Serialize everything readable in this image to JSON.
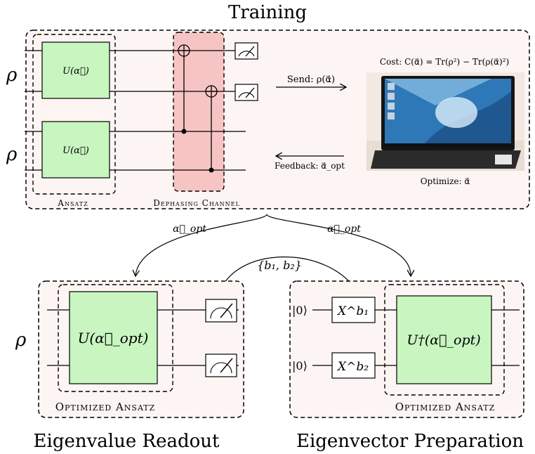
{
  "title": "Training",
  "training": {
    "rho_top": "ρ",
    "rho_bottom": "ρ",
    "gate_u1": "U(α⃗)",
    "gate_u2": "U(α⃗)",
    "ansatz_label": "Ansatz",
    "dephasing_label": "Dephasing Channel",
    "send_label": "Send: ρ(α⃗)",
    "feedback_label": "Feedback: α⃗_opt",
    "cost_label": "Cost: C(α⃗) = Tr(ρ²) − Tr(ρ(α⃗)²)",
    "optimize_label": "Optimize: α⃗"
  },
  "arrows": {
    "left_label": "α⃗_opt",
    "right_label": "α⃗_opt",
    "bits_label": "{b₁, b₂}"
  },
  "readout": {
    "rho": "ρ",
    "gate_label": "U(α⃗_opt)",
    "ansatz_label": "Optimized Ansatz",
    "title": "Eigenvalue Readout"
  },
  "preparation": {
    "ket_top": "|0⟩",
    "ket_bottom": "|0⟩",
    "x_top": "X^b₁",
    "x_bottom": "X^b₂",
    "gate_label": "U†(α⃗_opt)",
    "ansatz_label": "Optimized Ansatz",
    "title": "Eigenvector Preparation"
  },
  "colors": {
    "gate_fill": "#c8f5c0",
    "dephasing_fill": "#f7c4c4",
    "panel_fill": "#fdf5f3",
    "laptop_screen": "#2f78b8"
  }
}
